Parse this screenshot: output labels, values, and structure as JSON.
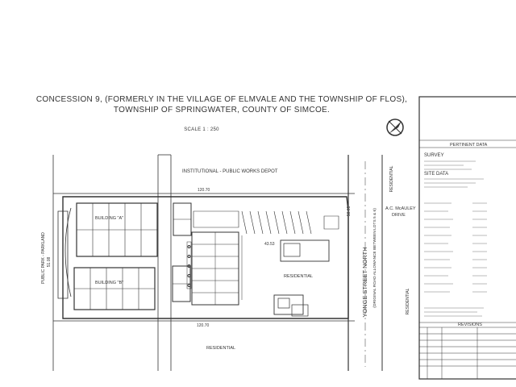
{
  "header": {
    "title_line1": "CONCESSION 9, (FORMERLY IN THE VILLAGE OF ELMVALE AND THE TOWNSHIP OF FLOS),",
    "title_line2": "TOWNSHIP OF SPRINGWATER, COUNTY OF SIMCOE.",
    "scale": "SCALE 1 : 250"
  },
  "plan": {
    "institutional": "INSTITUTIONAL - PUBLIC WORKS DEPOT",
    "park": "PUBLIC PARK - PARKLAND",
    "building_a": "BUILDING \"A\"",
    "building_b": "BUILDING \"B\"",
    "residential_mid": "RESIDENTIAL",
    "residential_bottom": "RESIDENTIAL",
    "residential_right_top": "RESIDENTIAL",
    "residential_right_bottom": "RESIDENTIAL",
    "yonge_street": "YONGE STREET NORTH",
    "road_allowance": "(ORIGINAL ROAD ALLOWANCE BETWEEN LOTS 5 & 6)",
    "mckinley_line1": "A.C. McAULEY",
    "mckinley_line2": "DRIVE",
    "dim_top": "120.70",
    "dim_bottom": "120.70",
    "dim_mid": "43.53",
    "dim_left": "51.08",
    "dim_right": "58.61"
  },
  "title_block": {
    "pertinent": "PERTINENT DATA",
    "survey": "SURVEY",
    "site_data": "SITE DATA",
    "revisions": "REVISIONS"
  },
  "icons": {
    "north_arrow": "north-arrow-icon"
  },
  "colors": {
    "line": "#333333",
    "paper": "#ffffff",
    "hatch": "#777777"
  }
}
